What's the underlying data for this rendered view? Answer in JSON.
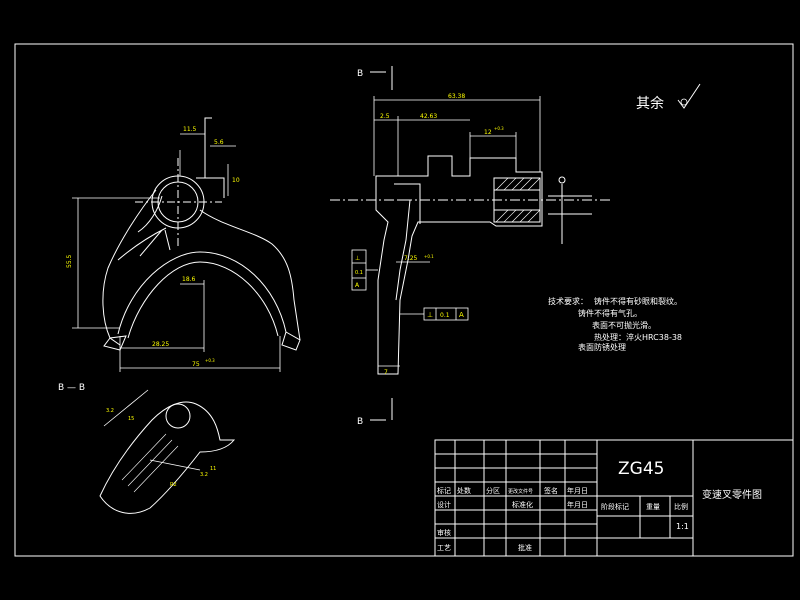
{
  "drawing": {
    "surface_note": "其余",
    "section_title": "B — B",
    "section_mark": "B",
    "material": "ZG45",
    "part_name": "变速叉零件图",
    "scale": "1:1"
  },
  "dimensions": {
    "d_width_top": "11.5",
    "d_5_6": "5.6",
    "d_10": "10",
    "d_h_left": "55.5",
    "d_18_6": "18.6",
    "d_28_25": "28.25",
    "d_75": "75",
    "d_75_tol": "+0.3",
    "d_side_total": "63.38",
    "d_side_2_5": "2.5",
    "d_side_42_63": "42.63",
    "d_side_12": "12",
    "d_side_12_tol": "+0.3",
    "d_7_25": "7.25",
    "d_7_25_tol": "+0.1",
    "d_side_small": "0.1",
    "d_bottom_7": "7",
    "sec_dim_1": "3.2",
    "sec_dim_2": "15",
    "sec_dim_3": "3.2",
    "sec_dim_4": "11",
    "sec_dim_r": "R2"
  },
  "tolerance_frames": {
    "frame_1_symbol": "⊥",
    "frame_1_value": "0.1",
    "frame_1_datum": "A",
    "frame_2_symbol": "⊥",
    "frame_2_value": "0.1",
    "frame_2_datum": "A"
  },
  "tech_requirements": {
    "title": "技术要求：",
    "line1": "铸件不得有砂眼和裂纹。",
    "line2": "铸件不得有气孔。",
    "line3": "表面不可抛光滑。",
    "line4": "热处理：淬火HRC38-38",
    "line5": "表面防锈处理"
  },
  "title_block": {
    "row1": [
      "标记",
      "处数",
      "分区",
      "更改文件号",
      "签名",
      "年月日"
    ],
    "row2": [
      "设计",
      "",
      "",
      "标准化",
      "",
      "年月日"
    ],
    "row3": [
      "审核"
    ],
    "row4": [
      "工艺",
      "",
      "",
      "批准"
    ],
    "stage_labels": [
      "阶段标记",
      "重量",
      "比例"
    ]
  }
}
